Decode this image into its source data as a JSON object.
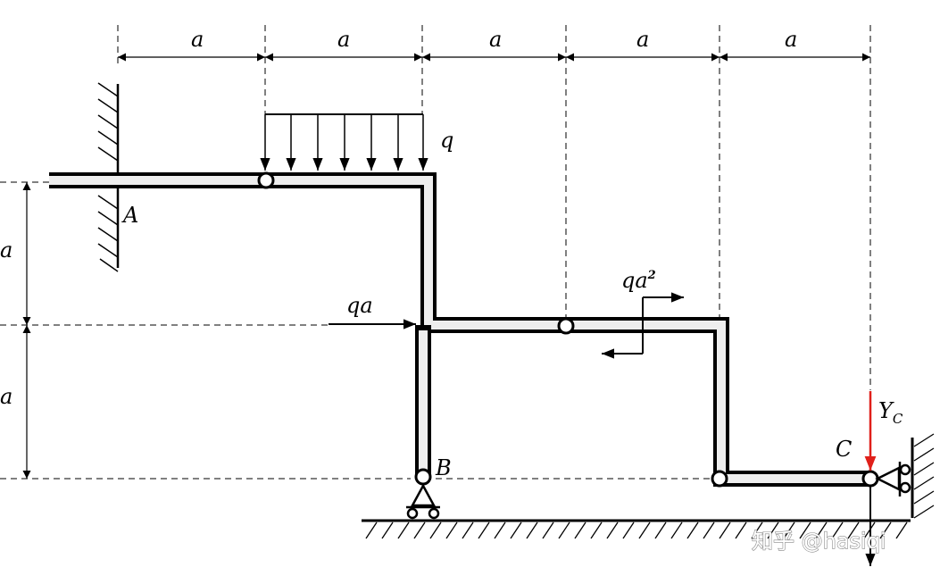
{
  "labels": {
    "dim_top": [
      "a",
      "a",
      "a",
      "a",
      "a"
    ],
    "dim_left": [
      "a",
      "a"
    ],
    "q": "q",
    "qa": "qa",
    "qa2": "qa",
    "qa2_exp": "2",
    "A": "A",
    "B": "B",
    "C": "C",
    "Yc": "Y",
    "Yc_sub": "C"
  },
  "watermark": "知乎 @hasiqi",
  "colors": {
    "line": "#000000",
    "member_fill": "#eeeeee",
    "reaction": "#e0201a"
  }
}
